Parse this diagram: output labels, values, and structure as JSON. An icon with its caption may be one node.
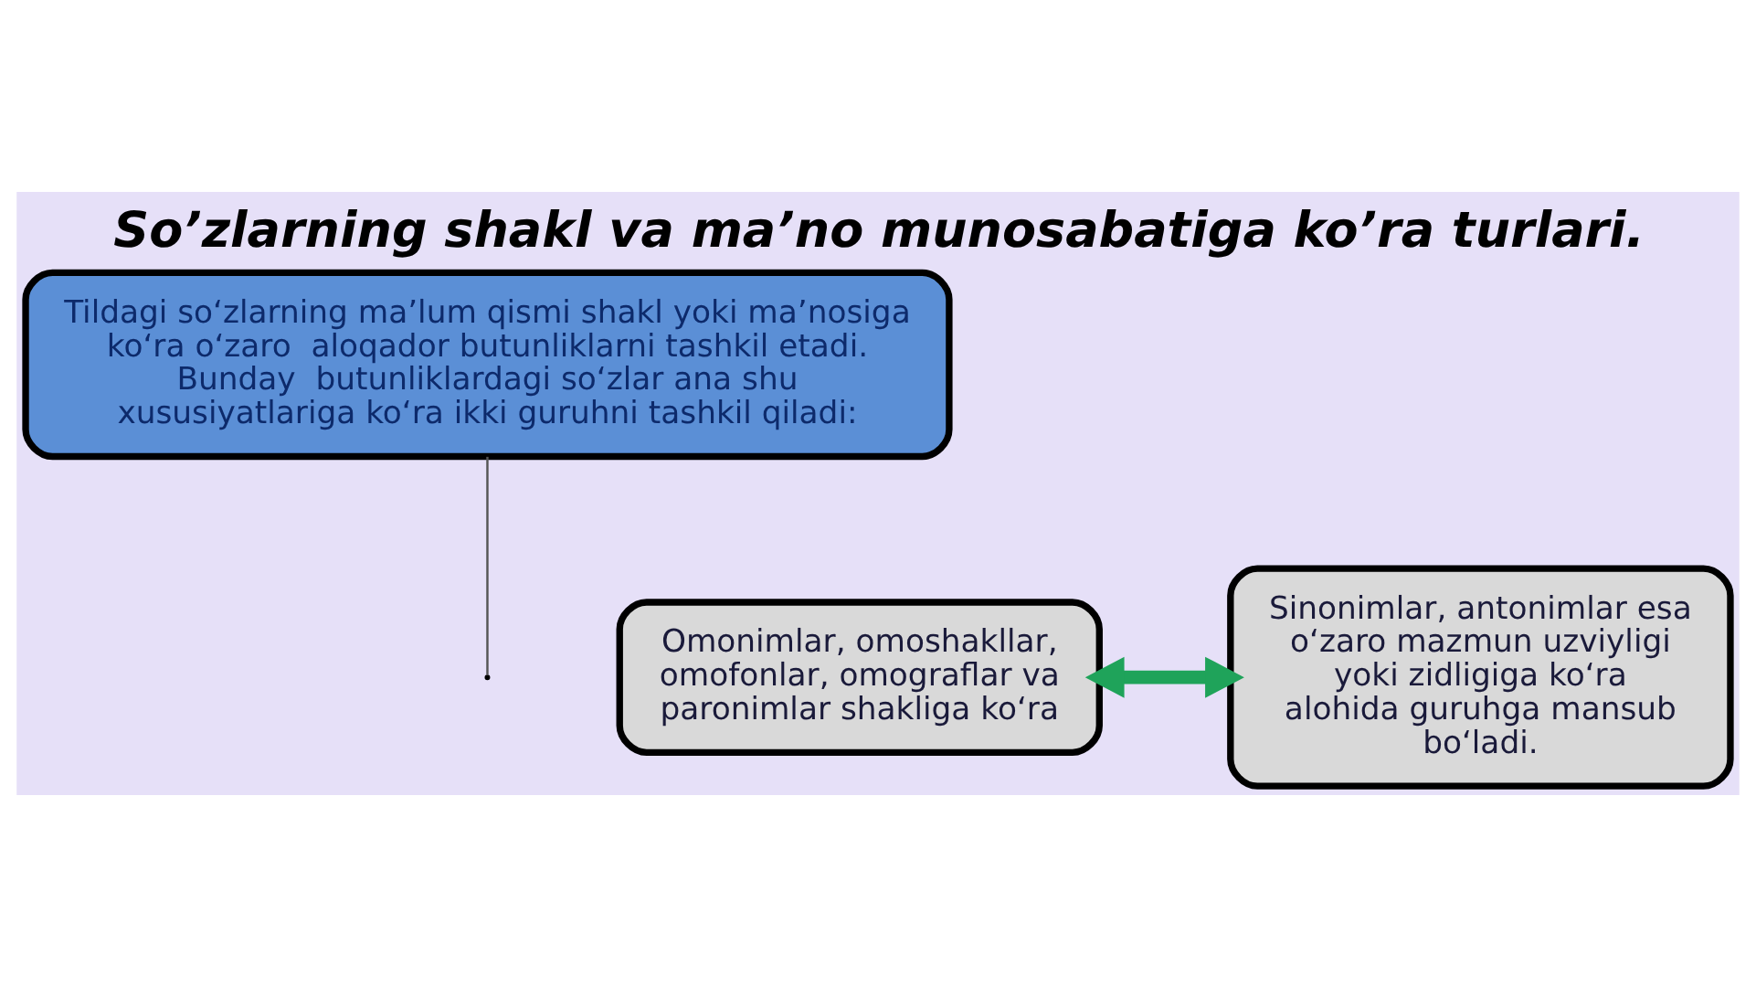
{
  "diagram": {
    "title": "So’zlarning shakl va ma’no munosabatiga ko’ra turlari.",
    "nodes": [
      {
        "text": [
          "Tildagi so‘zlarning ma’lum qismi shakl yoki ma’nosiga ko‘ra o‘zaro  aloqador butunliklarni tashkil etadi. Bunday  butunliklardagi so‘zlar ana shu xususiyatlariga ko‘ra ikki guruhni tashkil qiladi:"
        ]
      },
      {
        "text": [
          "Omonimlar, omoshakllar, omofonlar, omograflar va paronimlar shakliga ko‘ra"
        ]
      },
      {
        "text": [
          "Sinonimlar, antonimlar esa o‘zaro mazmun uzviyligi yoki zidligiga ko‘ra alohida guruhga mansub bo‘ladi."
        ]
      }
    ],
    "edges": [
      {
        "from": 1,
        "to": 2,
        "arrow": "both",
        "style": "thick",
        "color": "#1fa35a"
      },
      {
        "from": 0,
        "to": null,
        "arrow": "none"
      }
    ]
  }
}
